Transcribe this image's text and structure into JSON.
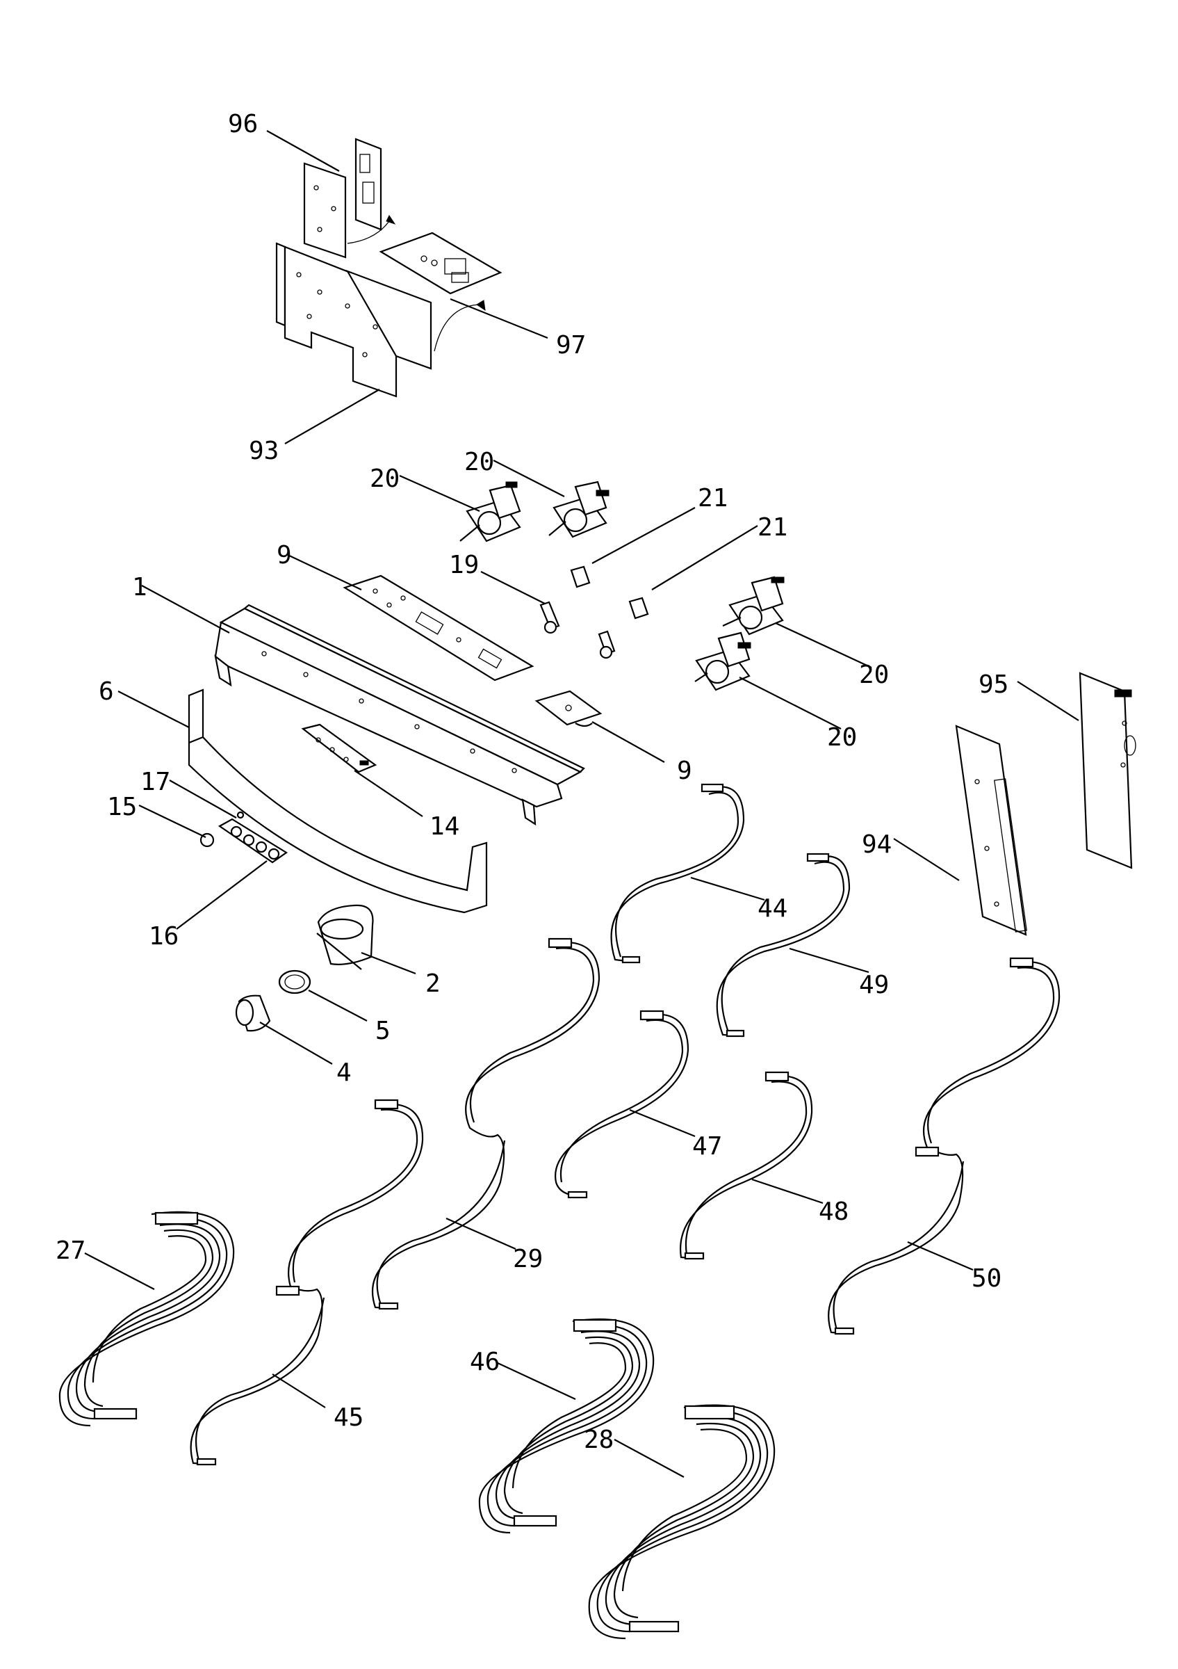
{
  "diagram": {
    "type": "exploded-parts-view",
    "callouts": {
      "c96": "96",
      "c97": "97",
      "c93": "93",
      "c20a": "20",
      "c20b": "20",
      "c21a": "21",
      "c21b": "21",
      "c9a": "9",
      "c19": "19",
      "c1": "1",
      "c20c": "20",
      "c20d": "20",
      "c95": "95",
      "c6": "6",
      "c9b": "9",
      "c17": "17",
      "c15": "15",
      "c14": "14",
      "c94": "94",
      "c16": "16",
      "c44": "44",
      "c49": "49",
      "c2": "2",
      "c5": "5",
      "c4": "4",
      "c47": "47",
      "c48": "48",
      "c27": "27",
      "c29": "29",
      "c50": "50",
      "c45": "45",
      "c46": "46",
      "c28": "28"
    }
  }
}
